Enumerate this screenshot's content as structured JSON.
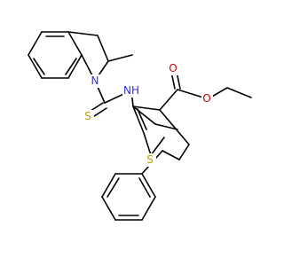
{
  "molecule": {
    "atoms": {
      "N_indoline": {
        "symbol": "N",
        "color": "#3333cc"
      },
      "NH": {
        "symbol": "NH",
        "color": "#3333cc"
      },
      "S_thione": {
        "symbol": "S",
        "color": "#b8a000"
      },
      "S_thiophene": {
        "symbol": "S",
        "color": "#b8a000"
      },
      "O_carbonyl": {
        "symbol": "O",
        "color": "#cc0000"
      },
      "O_ester": {
        "symbol": "O",
        "color": "#cc0000"
      }
    }
  }
}
